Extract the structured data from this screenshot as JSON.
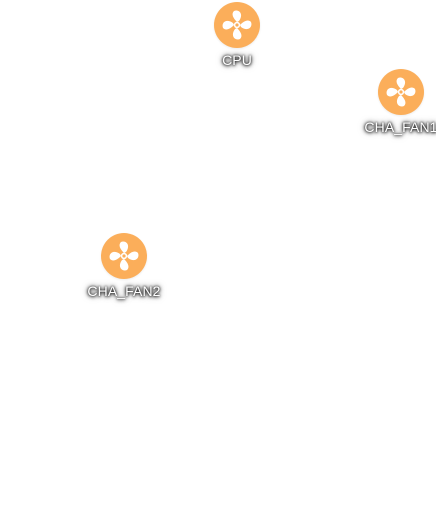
{
  "fans": [
    {
      "label": "CPU",
      "icon": "fan-icon"
    },
    {
      "label": "CHA_FAN1",
      "icon": "fan-icon"
    },
    {
      "label": "CHA_FAN2",
      "icon": "fan-icon"
    }
  ],
  "colors": {
    "fan_circle": "#FBAE5A",
    "fan_icon": "#ffffff",
    "background": "#ffffff"
  }
}
